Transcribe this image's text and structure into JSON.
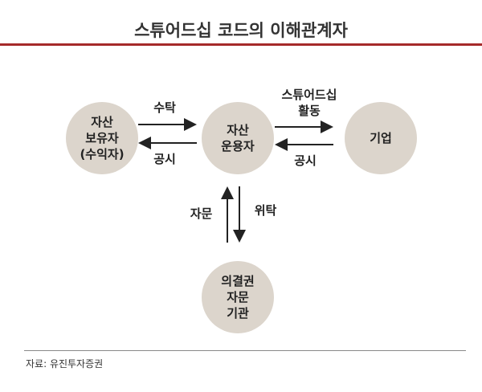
{
  "title": "스튜어드십 코드의 이해관계자",
  "nodes": {
    "asset_owner": [
      "자산",
      "보유자",
      "(수익자)"
    ],
    "asset_manager": [
      "자산",
      "운용자"
    ],
    "company": [
      "기업"
    ],
    "proxy_advisor": [
      "의결권",
      "자문",
      "기관"
    ]
  },
  "edges": {
    "entrust": "수탁",
    "disclose_left": "공시",
    "stewardship": [
      "스튜어드십",
      "활동"
    ],
    "disclose_right": "공시",
    "advise": "자문",
    "delegate": "위탁"
  },
  "source": "자료: 유진투자증권"
}
